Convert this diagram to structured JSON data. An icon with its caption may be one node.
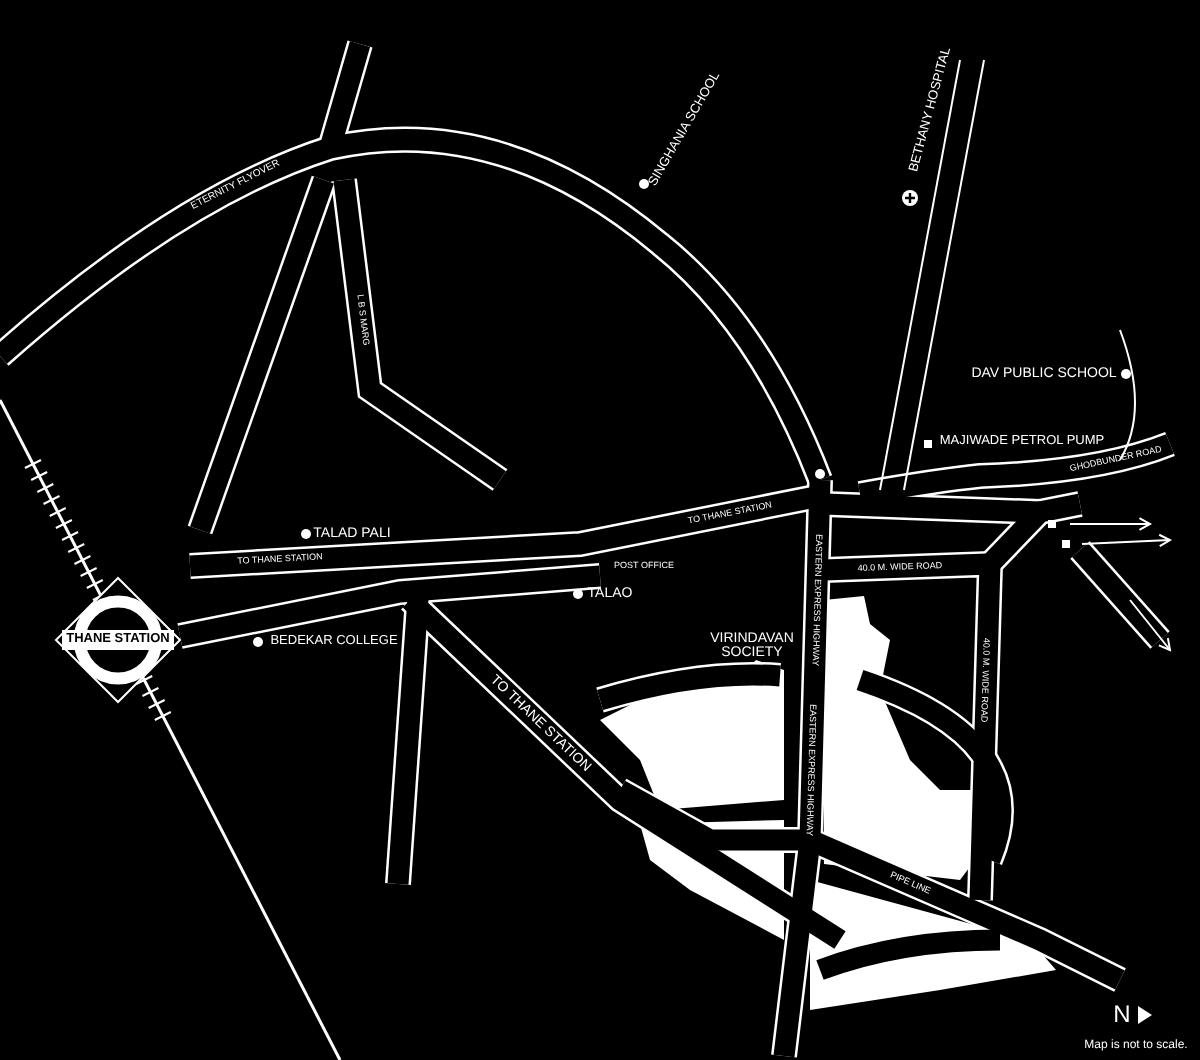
{
  "diagram": {
    "nodes": [
      {
        "text": [
          "THANE STATION"
        ]
      }
    ],
    "labels": [
      "ETERNITY FLYOVER",
      "L B S MARG",
      "SINGHANIA SCHOOL",
      "BETHANY HOSPITAL",
      "DAV PUBLIC SCHOOL",
      "MAJIWADE PETROL PUMP",
      "GHODBUNDER ROAD",
      "TO THANE STATION",
      "TALAD PALI",
      "POST OFFICE",
      "TO THANE STATION",
      "TALAO",
      "BEDEKAR COLLEGE",
      "VIRINDAVAN SOCIETY",
      "EASTERN EXPRESS HIGHWAY",
      "40.0 M. WIDE ROAD",
      "40.0 M. WIDE ROAD",
      "TO THANE STATION",
      "EASTERN EXPRESS HIGHWAY",
      "PIPE LINE",
      "N",
      "Map is not to scale."
    ]
  }
}
